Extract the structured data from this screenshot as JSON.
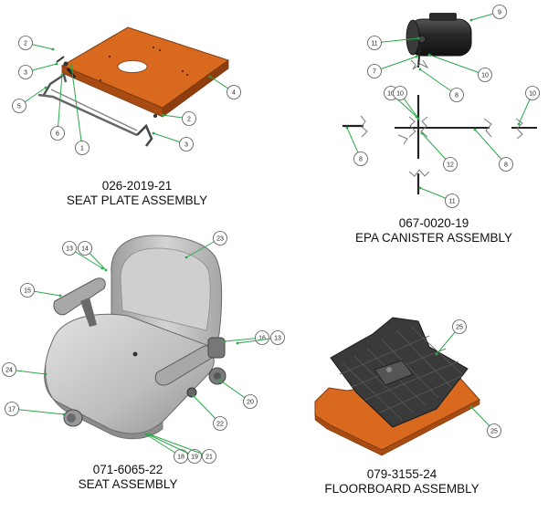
{
  "assemblies": {
    "seat_plate": {
      "part_number": "026-2019-21",
      "name": "SEAT PLATE ASSEMBLY"
    },
    "epa_canister": {
      "part_number": "067-0020-19",
      "name": "EPA CANISTER ASSEMBLY"
    },
    "seat": {
      "part_number": "071-6065-22",
      "name": "SEAT ASSEMBLY"
    },
    "floorboard": {
      "part_number": "079-3155-24",
      "name": "FLOORBOARD ASSEMBLY"
    }
  },
  "callouts": {
    "seat_plate": [
      "2",
      "3",
      "5",
      "6",
      "1",
      "4",
      "2",
      "3"
    ],
    "epa_canister": [
      "9",
      "11",
      "7",
      "10",
      "8",
      "10",
      "10",
      "8",
      "12",
      "8",
      "11",
      "10"
    ],
    "seat": [
      "13",
      "14",
      "23",
      "15",
      "16",
      "13",
      "24",
      "20",
      "17",
      "22",
      "18",
      "19",
      "21"
    ],
    "floorboard": [
      "25",
      "25"
    ]
  },
  "colors": {
    "orange": "#d8691f",
    "dark_orange": "#a84b12",
    "seat_gray": "#b8b8b8",
    "dark_gray": "#3a3a3a",
    "leader_green": "#2aa84a"
  }
}
